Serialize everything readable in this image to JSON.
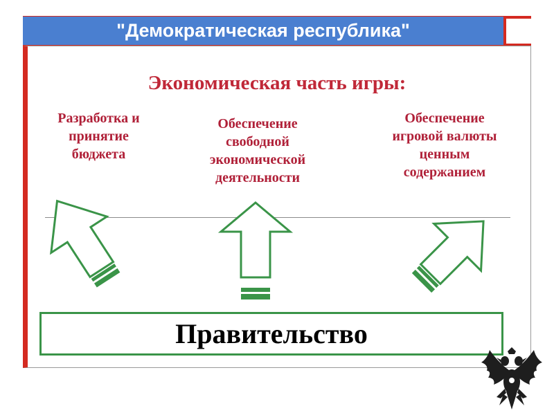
{
  "title": "\"Демократическая республика\"",
  "subtitle": "Экономическая часть игры:",
  "items": [
    {
      "lines": [
        "Разработка и",
        "принятие",
        "бюджета"
      ]
    },
    {
      "lines": [
        "Обеспечение",
        "свободной",
        "экономической",
        "деятельности"
      ]
    },
    {
      "lines": [
        "Обеспечение",
        "игровой валюты",
        "ценным",
        "содержанием"
      ]
    }
  ],
  "government": "Правительство",
  "colors": {
    "title_bar": "#4a7fd0",
    "accent_red": "#d42a21",
    "text_red": "#c02838",
    "arrow_green": "#3a9448"
  },
  "icons": [
    "double-headed-eagle-emblem"
  ]
}
